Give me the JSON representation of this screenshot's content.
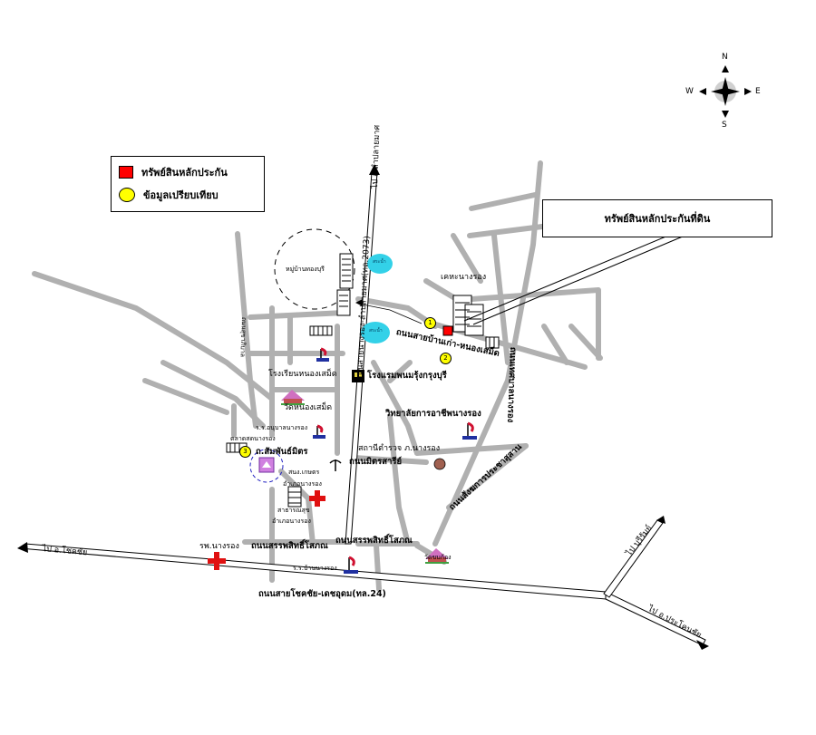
{
  "legend": {
    "collateral_label": "ทรัพย์สินหลักประกัน",
    "comparison_label": "ข้อมูลเปรียบเทียบ"
  },
  "callout": {
    "label": "ทรัพย์สินหลักประกันที่ดิน"
  },
  "compass": {
    "north": "N",
    "south": "S",
    "east": "E",
    "west": "W"
  },
  "markers": [
    "1",
    "2",
    "3"
  ],
  "labels": {
    "to_lam_plai_mat": "ไป อ.ลำปลายมาศ",
    "village_thong_buri": "หมู่บ้านทองบุรี",
    "pond_1": "สระน้ำ",
    "pond_2": "สระน้ำ",
    "kheha_nang_rong": "เคหะนางรอง",
    "road_ban_kao_nong_samet": "ถนนสายบ้านเก่า-หนองเสม็ด",
    "road_left_vertical": "ถนนสุขาภิบาล",
    "school_nong_samet": "โรงเรียนหนองเสม็ด",
    "hotel": "โรงแรมพนมรุ้งกรุงบุรี",
    "temple_nong_samet": "วัดหนองเสม็ด",
    "vocational_college": "วิทยาลัยการอาชีพนางรอง",
    "school_anuban": "ร.ร.อนุบาลนางรอง",
    "market": "ตลาดสดนางรอง",
    "road_samphan": "ถ.สัมพันธ์มิตร",
    "police_station": "สถานีตำรวจ ภ.นางรอง",
    "road_main_vertical": "ถนนสายนางรอง-ลำปลายมาศ(ทล.2073)",
    "road_mit_sari": "ถนนมิตรสารีย์",
    "agri_office": "สนง.เกษตร",
    "district_office": "อำเภอนางรอง",
    "health_office": "สาธารณสุข",
    "health_district": "อำเภอนางรอง",
    "road_prachasuksan": "ถนนสังฆการประชาสุสาน",
    "road_right_vertical": "ถนนเทศบาลนางรอง",
    "hospital": "รพ.นางรอง",
    "road_sanphasit_1": "ถนนสรรพสิทธิ์โสภณ",
    "road_sanphasit_2": "ถนนสรรพสิทธิ์โสภณ",
    "to_buriram": "ไป บุรีรัมย์",
    "to_chok_chai": "ไป อ.โชคชัย",
    "school_ban_nang_rong": "ร.ร.บ้านนางรอง",
    "temple_khok_kong": "วัดขบก้อง",
    "highway_24": "ถนนสายโชคชัย-เดชอุดม(ทล.24)",
    "to_prakhon_chai": "ไป อ.ประโคนชัย"
  }
}
